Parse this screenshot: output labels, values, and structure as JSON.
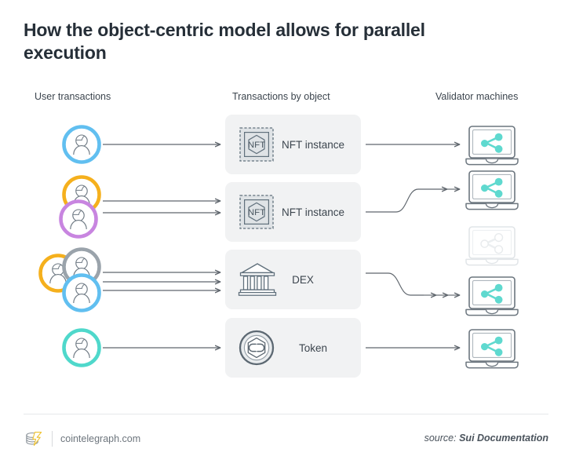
{
  "title": "How the object-centric model allows for parallel execution",
  "columns": {
    "users": "User transactions",
    "objects": "Transactions by object",
    "validators": "Validator machines"
  },
  "colors": {
    "card_bg": "#f1f2f3",
    "icon_stroke": "#5d6a75",
    "arrow": "#5f666d",
    "accent_teal": "#5fd9cf",
    "avatar_blue": "#61bff0",
    "avatar_yellow": "#f5b01d",
    "avatar_purple": "#c885e0",
    "avatar_gray": "#9aa3ab",
    "avatar_teal": "#4fd8cb",
    "laptop_idle": "#e3e7ea",
    "title_text": "#262f38"
  },
  "objects": [
    {
      "id": "nft-1",
      "label": "NFT instance",
      "icon": "nft-stamp-icon",
      "incoming": 1,
      "outgoing": 1
    },
    {
      "id": "nft-2",
      "label": "NFT instance",
      "icon": "nft-stamp-icon",
      "incoming": 2,
      "outgoing": 2
    },
    {
      "id": "dex",
      "label": "DEX",
      "icon": "bank-icon",
      "incoming": 3,
      "outgoing": 3
    },
    {
      "id": "token",
      "label": "Token",
      "icon": "coin-icon",
      "incoming": 1,
      "outgoing": 1
    }
  ],
  "user_groups": [
    {
      "row": 1,
      "avatars": [
        "avatar-blue"
      ]
    },
    {
      "row": 2,
      "avatars": [
        "avatar-yellow",
        "avatar-purple"
      ]
    },
    {
      "row": 3,
      "avatars": [
        "avatar-yellow",
        "avatar-gray",
        "avatar-blue"
      ]
    },
    {
      "row": 4,
      "avatars": [
        "avatar-teal"
      ]
    }
  ],
  "validators": [
    {
      "id": "validator-1",
      "state": "active"
    },
    {
      "id": "validator-2",
      "state": "active"
    },
    {
      "id": "validator-3",
      "state": "idle"
    },
    {
      "id": "validator-4",
      "state": "active"
    },
    {
      "id": "validator-5",
      "state": "active"
    }
  ],
  "footer": {
    "site": "cointelegraph.com",
    "source_prefix": "source:",
    "source_name": "Sui Documentation",
    "logo": "cointelegraph-logo-icon"
  }
}
